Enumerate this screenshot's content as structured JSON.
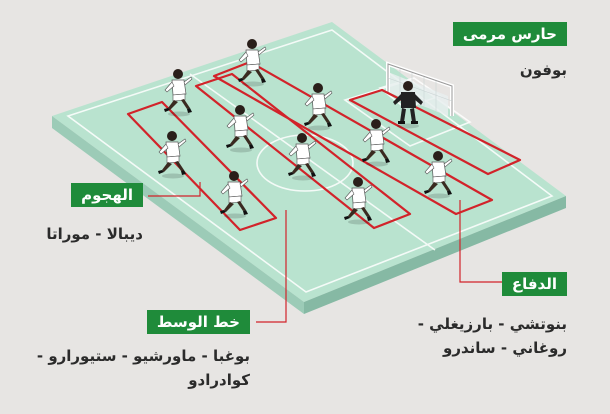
{
  "colors": {
    "label_bg": "#1f8b3a",
    "label_text": "#ffffff",
    "names_text": "#2b2b2b",
    "line_red": "#d2232a",
    "pitch_top": "#b9e3cf",
    "pitch_side": "#9ccbb7",
    "background": "#e7e5e3"
  },
  "groups": [
    {
      "id": "goalkeeper",
      "label": "حارس مرمى",
      "names": [
        "بوفون"
      ]
    },
    {
      "id": "attack",
      "label": "الهجوم",
      "names": [
        "ديبالا - موراتا"
      ]
    },
    {
      "id": "midfield",
      "label": "خط الوسط",
      "names": [
        "بوغبا - ماورشيو - ستيورارو -",
        "كوادرادو"
      ]
    },
    {
      "id": "defense",
      "label": "الدفاع",
      "names": [
        "بنوتشي - بارزيغلي -",
        "روغاني - ساندرو"
      ]
    }
  ],
  "icons": {
    "player": "running-player-icon",
    "keeper": "goalkeeper-icon",
    "goal": "goal-net-icon"
  }
}
